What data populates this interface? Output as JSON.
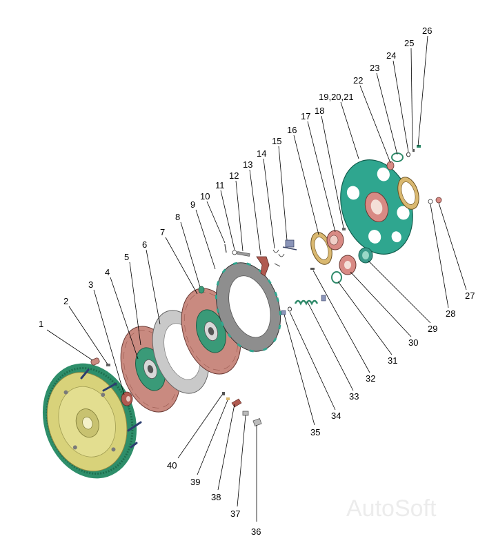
{
  "callouts": {
    "c1": "1",
    "c2": "2",
    "c3": "3",
    "c4": "4",
    "c5": "5",
    "c6": "6",
    "c7": "7",
    "c8": "8",
    "c9": "9",
    "c10": "10",
    "c11": "11",
    "c12": "12",
    "c13": "13",
    "c14": "14",
    "c15": "15",
    "c16": "16",
    "c17": "17",
    "c18": "18",
    "c19": "19,20,21",
    "c22": "22",
    "c23": "23",
    "c24": "24",
    "c25": "25",
    "c26": "26",
    "c27": "27",
    "c28": "28",
    "c29": "29",
    "c30": "30",
    "c31": "31",
    "c32": "32",
    "c33": "33",
    "c34": "34",
    "c35": "35",
    "c36": "36",
    "c37": "37",
    "c38": "38",
    "c39": "39",
    "c40": "40"
  },
  "watermark": "AutoSoft",
  "colors": {
    "flywheel": "#d8d27a",
    "friction": "#c98a80",
    "hub_green": "#2f9a7a",
    "pressure_gray": "#8e8e8e",
    "steel_plate": "#c9c9c9",
    "cover_green": "#2fa68f"
  }
}
